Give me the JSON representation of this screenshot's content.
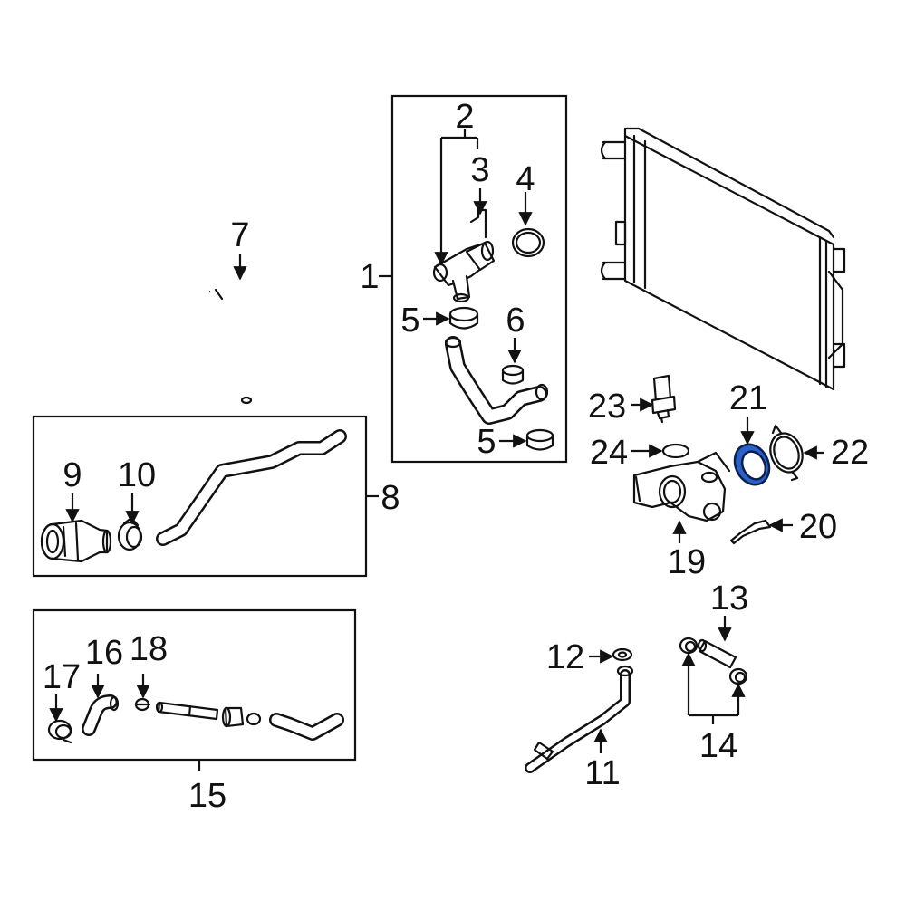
{
  "callouts": {
    "c1": "1",
    "c2": "2",
    "c3": "3",
    "c4": "4",
    "c5a": "5",
    "c5b": "5",
    "c6": "6",
    "c7": "7",
    "c8": "8",
    "c9": "9",
    "c10": "10",
    "c11": "11",
    "c12": "12",
    "c13": "13",
    "c14": "14",
    "c15": "15",
    "c16": "16",
    "c17": "17",
    "c18": "18",
    "c19": "19",
    "c20": "20",
    "c21": "21",
    "c22": "22",
    "c23": "23",
    "c24": "24"
  },
  "colors": {
    "line": "#111111",
    "highlight_fill": "#2a62c9",
    "highlight_stroke": "#0b1f4d",
    "background": "#ffffff"
  },
  "highlighted_part": "21"
}
